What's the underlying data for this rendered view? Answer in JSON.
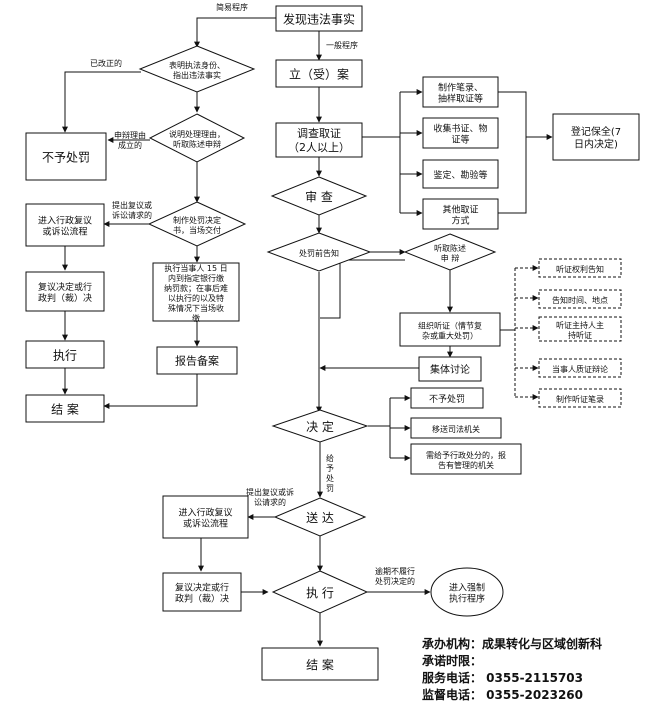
{
  "flow": {
    "discover": "发现违法事实",
    "simple_label": "简易程序",
    "general_label": "一般程序",
    "identify": [
      "表明执法身份、",
      "指出违法事实"
    ],
    "corrected": "已改正的",
    "no_penalty_left": "不予处罚",
    "defense_ok": [
      "申辩理由",
      "成立的"
    ],
    "hear_defense": [
      "说明处理理由，",
      "听取陈述申辩"
    ],
    "left_review_req": [
      "提出复议或",
      "诉讼请求的"
    ],
    "make_decision": [
      "制作处罚决定",
      "书，当场交付"
    ],
    "left_review": [
      "进入行政复议",
      "或诉讼流程"
    ],
    "left_review_decision": [
      "复议决定或行",
      "政判（裁）决"
    ],
    "left_execute": "执行",
    "left_end": "结 案",
    "bank_pay": [
      "执行当事人 15 日",
      "内到指定银行缴",
      "纳罚款；在事后难",
      "以执行的以及特",
      "殊情况下当场收",
      "缴"
    ],
    "report": "报告备案",
    "register_case": "立（受）案",
    "investigate": [
      "调查取证",
      "（2人以上）"
    ],
    "evidence": [
      [
        "制作笔录、",
        "抽样取证等"
      ],
      [
        "收集书证、物",
        "证等"
      ],
      [
        "鉴定、勘验等"
      ],
      [
        "其他取证",
        "方式"
      ]
    ],
    "preserve": [
      "登记保全(7",
      "日内决定)"
    ],
    "review": "审 查",
    "pre_notice": "处罚前告知",
    "hear_statement": [
      "听取陈述",
      "申 辩"
    ],
    "hearing": [
      "组织听证（情节复",
      "杂或重大处罚）"
    ],
    "hearing_steps": [
      "听证权利告知",
      "告知时间、地点",
      [
        "听证主持人主",
        "持听证"
      ],
      "当事人质证辩论",
      "制作听证笔录"
    ],
    "collective": "集体讨论",
    "decide": "决 定",
    "decide_out": [
      "不予处罚",
      "移送司法机关",
      [
        "需给予行政处分的，报",
        "告有管理的机关"
      ]
    ],
    "give_penalty": [
      "给",
      "予",
      "处",
      "罚"
    ],
    "deliver": "送 达",
    "mid_review_req": [
      "提出复议或诉",
      "讼请求的"
    ],
    "mid_review": [
      "进入行政复议",
      "或诉讼流程"
    ],
    "mid_review_decision": [
      "复议决定或行",
      "政判（裁）决"
    ],
    "execute": "执 行",
    "overdue": [
      "逾期不履行",
      "处罚决定的"
    ],
    "enforce": [
      "进入强制",
      "执行程序"
    ],
    "end": "结 案"
  },
  "info": {
    "org": "承办机构：成果转化与区域创新科",
    "time_limit": "承诺时限：",
    "service_phone": "服务电话：  0355-2115703",
    "supervise_phone": "监督电话：  0355-2023260"
  }
}
